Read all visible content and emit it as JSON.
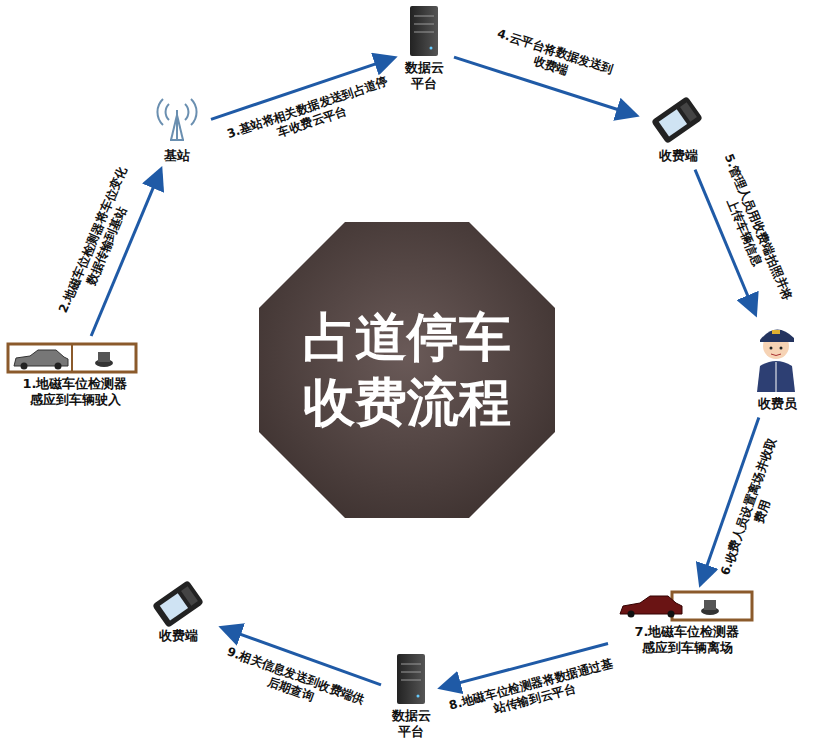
{
  "diagram": {
    "nodes": [
      {
        "text": [
          "占道停车 收费流程"
        ]
      },
      {
        "text": [
          "1.地磁车位检测器 感应到车辆驶入"
        ]
      },
      {
        "text": [
          "基站"
        ]
      },
      {
        "text": [
          "数据云 平台"
        ]
      },
      {
        "text": [
          "收费端"
        ]
      },
      {
        "text": [
          "收费员"
        ]
      },
      {
        "text": [
          "7.地磁车位检测器 感应到车辆离场"
        ]
      },
      {
        "text": [
          "数据云 平台"
        ]
      },
      {
        "text": [
          "收费端"
        ]
      }
    ],
    "edges": [
      {
        "from": 1,
        "to": 2,
        "arrow": "to",
        "label": "2.地磁车位检测器将车位变化数据传输到基站"
      },
      {
        "from": 2,
        "to": 3,
        "arrow": "to",
        "label": "3.基站将相关数据发送到占道停车收费云平台"
      },
      {
        "from": 3,
        "to": 4,
        "arrow": "to",
        "label": "4.云平台将数据发送到收费端"
      },
      {
        "from": 4,
        "to": 5,
        "arrow": "to",
        "label": "5.管理人员用收费端拍照并将上传车辆信息"
      },
      {
        "from": 5,
        "to": 6,
        "arrow": "to",
        "label": "6.收费人员设置离场并收取费用"
      },
      {
        "from": 6,
        "to": 7,
        "arrow": "to",
        "label": "8.地磁车位检测器将数据通过基站传输到云平台"
      },
      {
        "from": 7,
        "to": 8,
        "arrow": "to",
        "label": "9.相关信息发送到收费端供后期查询"
      }
    ]
  }
}
